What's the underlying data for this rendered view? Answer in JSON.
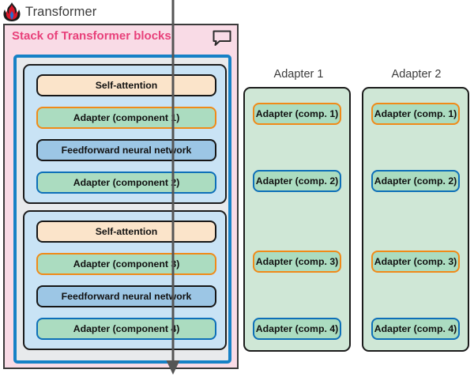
{
  "header": {
    "logo_icon": "flame-icon",
    "title": "Transformer"
  },
  "transformer_panel": {
    "header_label": "Stack of Transformer blocks",
    "comment_icon": "speech-bubble-icon",
    "accent_color": "#e8407a",
    "background_color": "#f9dbe6",
    "frame_color": "#1681c6",
    "blocks": [
      {
        "name": "transformer-block-1",
        "rows": [
          {
            "label": "Self-attention",
            "kind": "attention",
            "fill": "#fbe4ca",
            "border": "#161616"
          },
          {
            "label": "Adapter (component 1)",
            "kind": "adapter-orange",
            "fill": "#abdcc0",
            "border": "#f08a18"
          },
          {
            "label": "Feedforward neural network",
            "kind": "feedforward",
            "fill": "#9cc6e5",
            "border": "#161616"
          },
          {
            "label": "Adapter (component 2)",
            "kind": "adapter-blue",
            "fill": "#abdcc0",
            "border": "#0d6fb8"
          }
        ]
      },
      {
        "name": "transformer-block-2",
        "rows": [
          {
            "label": "Self-attention",
            "kind": "attention",
            "fill": "#fbe4ca",
            "border": "#161616"
          },
          {
            "label": "Adapter (component 3)",
            "kind": "adapter-orange",
            "fill": "#abdcc0",
            "border": "#f08a18"
          },
          {
            "label": "Feedforward neural network",
            "kind": "feedforward",
            "fill": "#9cc6e5",
            "border": "#161616"
          },
          {
            "label": "Adapter (component 4)",
            "kind": "adapter-blue",
            "fill": "#abdcc0",
            "border": "#0d6fb8"
          }
        ]
      }
    ]
  },
  "adapter_columns": [
    {
      "title": "Adapter 1",
      "fill": "#cfe7d6",
      "chips": [
        {
          "label": "Adapter (comp. 1)",
          "border": "#f08a18"
        },
        {
          "label": "Adapter (comp. 2)",
          "border": "#0d6fb8"
        },
        {
          "label": "Adapter (comp. 3)",
          "border": "#f08a18"
        },
        {
          "label": "Adapter (comp. 4)",
          "border": "#0d6fb8"
        }
      ]
    },
    {
      "title": "Adapter 2",
      "fill": "#cfe7d6",
      "chips": [
        {
          "label": "Adapter (comp. 1)",
          "border": "#f08a18"
        },
        {
          "label": "Adapter (comp. 2)",
          "border": "#0d6fb8"
        },
        {
          "label": "Adapter (comp. 3)",
          "border": "#f08a18"
        },
        {
          "label": "Adapter (comp. 4)",
          "border": "#0d6fb8"
        }
      ]
    }
  ],
  "flow": {
    "icon": "downward-arrow-line",
    "color": "#555555"
  }
}
